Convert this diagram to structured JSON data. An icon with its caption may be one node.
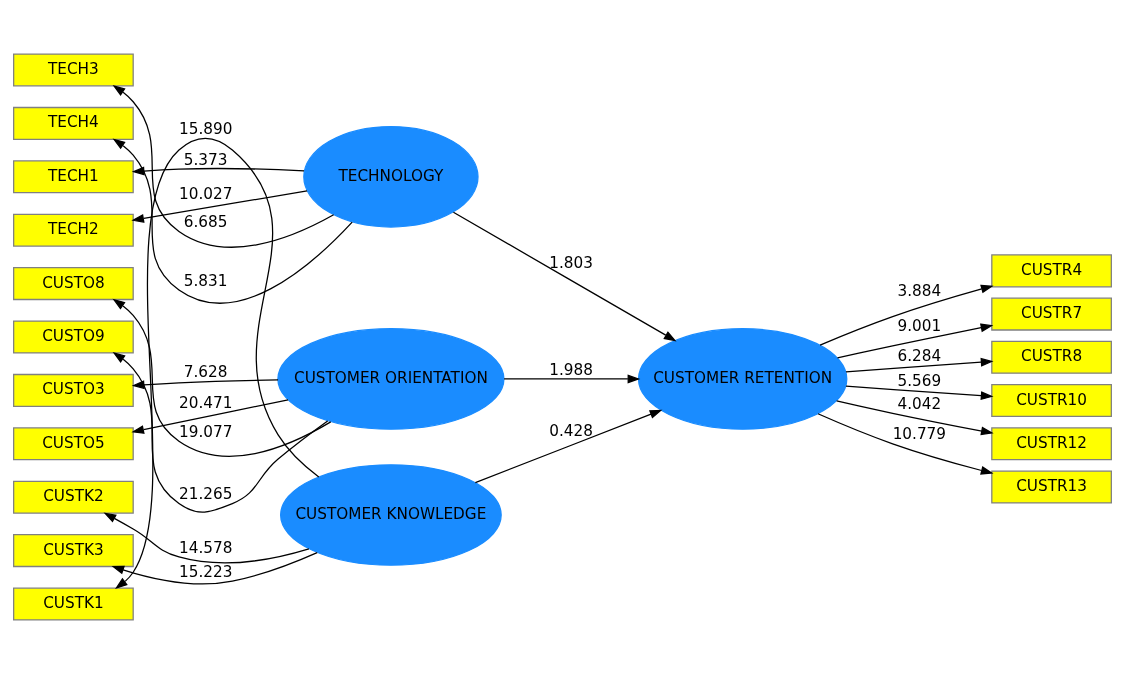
{
  "diagram": {
    "nodes": [
      {
        "text": [
          "CUSTK1"
        ]
      },
      {
        "text": [
          "CUSTK2"
        ]
      },
      {
        "text": [
          "CUSTK3"
        ]
      },
      {
        "text": [
          "CUSTOMER KNOWLEDGE"
        ]
      },
      {
        "text": [
          "TECH1"
        ]
      },
      {
        "text": [
          "TECH2"
        ]
      },
      {
        "text": [
          "TECH3"
        ]
      },
      {
        "text": [
          "TECH4"
        ]
      },
      {
        "text": [
          "TECHNOLOGY"
        ]
      },
      {
        "text": [
          "CUSTOMER RETENTION"
        ]
      },
      {
        "text": [
          "CUSTR4"
        ]
      },
      {
        "text": [
          "CUSTR7"
        ]
      },
      {
        "text": [
          "CUSTR8"
        ]
      },
      {
        "text": [
          "CUSTR10"
        ]
      },
      {
        "text": [
          "CUSTR12"
        ]
      },
      {
        "text": [
          "CUSTR13"
        ]
      },
      {
        "text": [
          "CUSTO3"
        ]
      },
      {
        "text": [
          "CUSTO5"
        ]
      },
      {
        "text": [
          "CUSTO8"
        ]
      },
      {
        "text": [
          "CUSTO9"
        ]
      },
      {
        "text": [
          "CUSTOMER ORIENTATION"
        ]
      }
    ],
    "edges": [
      {
        "from": 3,
        "to": 0,
        "arrow": "to",
        "label": "15.890"
      },
      {
        "from": 3,
        "to": 1,
        "arrow": "to",
        "label": "14.578"
      },
      {
        "from": 3,
        "to": 2,
        "arrow": "to",
        "label": "15.223"
      },
      {
        "from": 3,
        "to": 9,
        "arrow": "to",
        "label": "0.428"
      },
      {
        "from": 8,
        "to": 4,
        "arrow": "to",
        "label": "5.373"
      },
      {
        "from": 8,
        "to": 5,
        "arrow": "to",
        "label": "10.027"
      },
      {
        "from": 8,
        "to": 6,
        "arrow": "to",
        "label": "6.685"
      },
      {
        "from": 8,
        "to": 7,
        "arrow": "to",
        "label": "5.831"
      },
      {
        "from": 8,
        "to": 9,
        "arrow": "to",
        "label": "1.803"
      },
      {
        "from": 9,
        "to": 10,
        "arrow": "to",
        "label": "3.884"
      },
      {
        "from": 9,
        "to": 11,
        "arrow": "to",
        "label": "9.001"
      },
      {
        "from": 9,
        "to": 12,
        "arrow": "to",
        "label": "6.284"
      },
      {
        "from": 9,
        "to": 13,
        "arrow": "to",
        "label": "5.569"
      },
      {
        "from": 9,
        "to": 14,
        "arrow": "to",
        "label": "4.042"
      },
      {
        "from": 9,
        "to": 15,
        "arrow": "to",
        "label": "10.779"
      },
      {
        "from": 20,
        "to": 9,
        "arrow": "to",
        "label": "1.988"
      },
      {
        "from": 20,
        "to": 16,
        "arrow": "to",
        "label": "7.628"
      },
      {
        "from": 20,
        "to": 17,
        "arrow": "to",
        "label": "20.471"
      },
      {
        "from": 20,
        "to": 18,
        "arrow": "to",
        "label": "19.077"
      },
      {
        "from": 20,
        "to": 19,
        "arrow": "to",
        "label": "21.265"
      }
    ]
  }
}
